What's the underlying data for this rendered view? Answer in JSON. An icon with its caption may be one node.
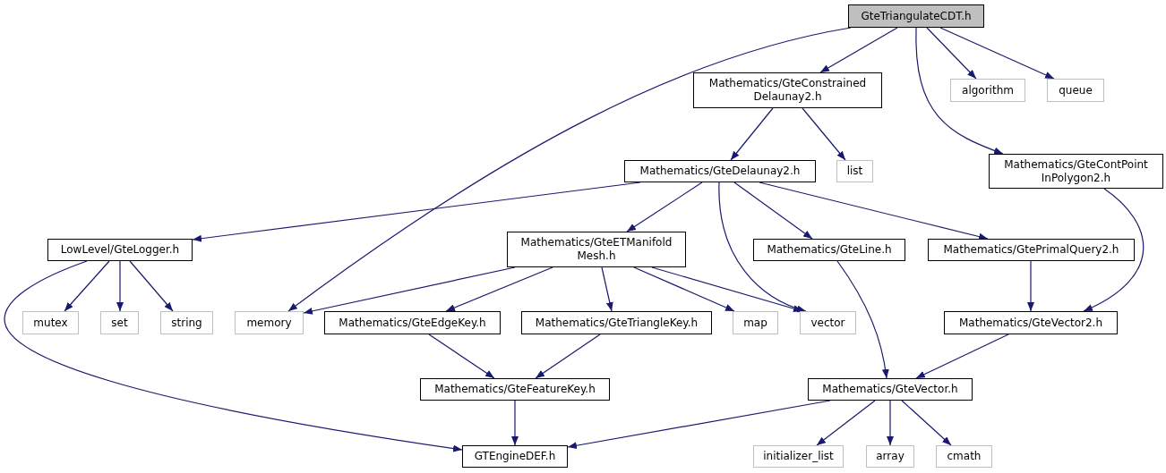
{
  "diagram": {
    "nodes": [
      {
        "text": [
          "GteTriangulateCDT.h"
        ]
      },
      {
        "text": [
          "Mathematics/GteConstrained Delaunay2.h"
        ]
      },
      {
        "text": [
          "algorithm"
        ]
      },
      {
        "text": [
          "queue"
        ]
      },
      {
        "text": [
          "Mathematics/GteDelaunay2.h"
        ]
      },
      {
        "text": [
          "list"
        ]
      },
      {
        "text": [
          "Mathematics/GteContPoint InPolygon2.h"
        ]
      },
      {
        "text": [
          "LowLevel/GteLogger.h"
        ]
      },
      {
        "text": [
          "Mathematics/GteETManifold Mesh.h"
        ]
      },
      {
        "text": [
          "Mathematics/GteLine.h"
        ]
      },
      {
        "text": [
          "Mathematics/GtePrimalQuery2.h"
        ]
      },
      {
        "text": [
          "mutex"
        ]
      },
      {
        "text": [
          "set"
        ]
      },
      {
        "text": [
          "string"
        ]
      },
      {
        "text": [
          "memory"
        ]
      },
      {
        "text": [
          "Mathematics/GteEdgeKey.h"
        ]
      },
      {
        "text": [
          "Mathematics/GteTriangleKey.h"
        ]
      },
      {
        "text": [
          "map"
        ]
      },
      {
        "text": [
          "vector"
        ]
      },
      {
        "text": [
          "Mathematics/GteVector2.h"
        ]
      },
      {
        "text": [
          "Mathematics/GteFeatureKey.h"
        ]
      },
      {
        "text": [
          "Mathematics/GteVector.h"
        ]
      },
      {
        "text": [
          "GTEngineDEF.h"
        ]
      },
      {
        "text": [
          "initializer_list"
        ]
      },
      {
        "text": [
          "array"
        ]
      },
      {
        "text": [
          "cmath"
        ]
      }
    ],
    "edges": [
      {
        "from": 0,
        "to": 1,
        "arrow": "to"
      },
      {
        "from": 0,
        "to": 14,
        "arrow": "to"
      },
      {
        "from": 0,
        "to": 2,
        "arrow": "to"
      },
      {
        "from": 0,
        "to": 3,
        "arrow": "to"
      },
      {
        "from": 0,
        "to": 6,
        "arrow": "to"
      },
      {
        "from": 1,
        "to": 4,
        "arrow": "to"
      },
      {
        "from": 1,
        "to": 5,
        "arrow": "to"
      },
      {
        "from": 4,
        "to": 7,
        "arrow": "to"
      },
      {
        "from": 4,
        "to": 8,
        "arrow": "to"
      },
      {
        "from": 4,
        "to": 18,
        "arrow": "to"
      },
      {
        "from": 4,
        "to": 9,
        "arrow": "to"
      },
      {
        "from": 4,
        "to": 10,
        "arrow": "to"
      },
      {
        "from": 6,
        "to": 19,
        "arrow": "to"
      },
      {
        "from": 7,
        "to": 11,
        "arrow": "to"
      },
      {
        "from": 7,
        "to": 12,
        "arrow": "to"
      },
      {
        "from": 7,
        "to": 13,
        "arrow": "to"
      },
      {
        "from": 7,
        "to": 22,
        "arrow": "to"
      },
      {
        "from": 8,
        "to": 14,
        "arrow": "to"
      },
      {
        "from": 8,
        "to": 15,
        "arrow": "to"
      },
      {
        "from": 8,
        "to": 16,
        "arrow": "to"
      },
      {
        "from": 8,
        "to": 17,
        "arrow": "to"
      },
      {
        "from": 8,
        "to": 18,
        "arrow": "to"
      },
      {
        "from": 9,
        "to": 21,
        "arrow": "to"
      },
      {
        "from": 10,
        "to": 19,
        "arrow": "to"
      },
      {
        "from": 19,
        "to": 21,
        "arrow": "to"
      },
      {
        "from": 15,
        "to": 20,
        "arrow": "to"
      },
      {
        "from": 16,
        "to": 20,
        "arrow": "to"
      },
      {
        "from": 20,
        "to": 22,
        "arrow": "to"
      },
      {
        "from": 21,
        "to": 22,
        "arrow": "to"
      },
      {
        "from": 21,
        "to": 23,
        "arrow": "to"
      },
      {
        "from": 21,
        "to": 24,
        "arrow": "to"
      },
      {
        "from": 21,
        "to": 25,
        "arrow": "to"
      }
    ]
  }
}
